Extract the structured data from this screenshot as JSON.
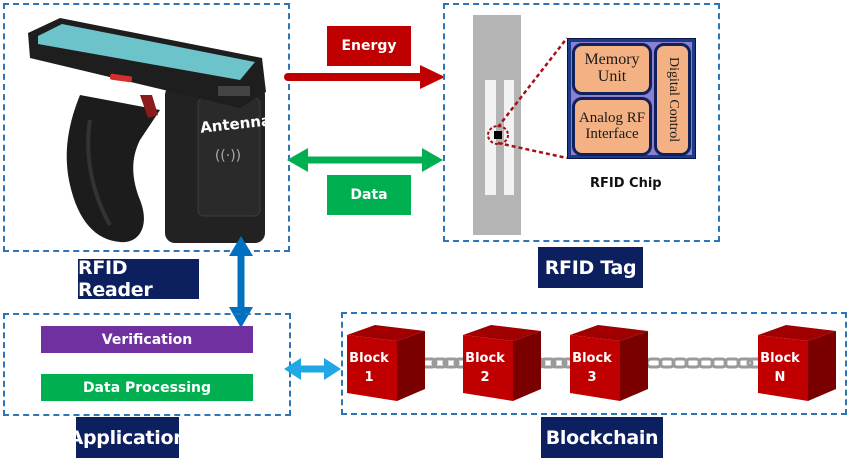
{
  "reader": {
    "label": "RFID Reader",
    "antenna_label": "Antenna"
  },
  "flows": {
    "energy_label": "Energy",
    "data_label": "Data"
  },
  "tag": {
    "label": "RFID Tag",
    "chip_caption": "RFID Chip",
    "chip_units": {
      "memory": "Memory Unit",
      "analog": "Analog RF Interface",
      "digital": "Digital Control"
    }
  },
  "application": {
    "label": "Application",
    "layers": [
      {
        "label": "Verification",
        "color": "#7030a0"
      },
      {
        "label": "Data Processing",
        "color": "#00b050"
      }
    ]
  },
  "blockchain": {
    "label": "Blockchain",
    "blocks": [
      {
        "title": "Block",
        "id": "1"
      },
      {
        "title": "Block",
        "id": "2"
      },
      {
        "title": "Block",
        "id": "3"
      },
      {
        "title": "Block",
        "id": "N"
      }
    ]
  },
  "colors": {
    "energy": "#c00000",
    "data": "#00b050",
    "navy": "#0c1f5e",
    "dash": "#2e75b6",
    "link_arrow": "#0070c0",
    "app_chain_arrow": "#1fa7e6",
    "block_red": "#c00000"
  }
}
